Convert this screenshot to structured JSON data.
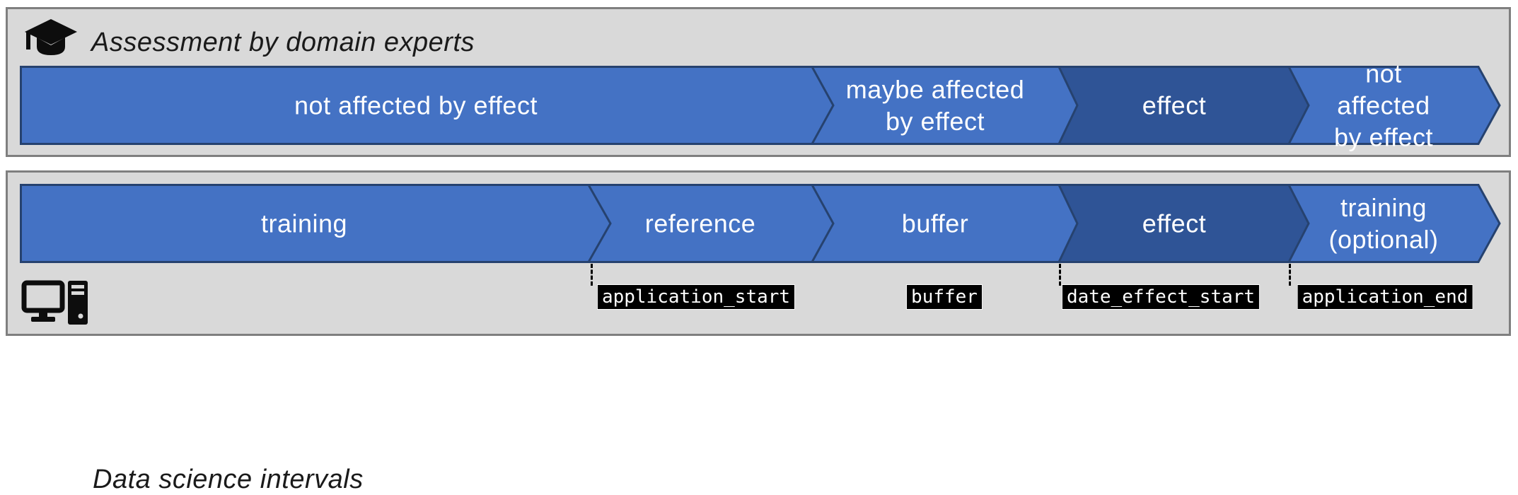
{
  "colors": {
    "segment_light": "#4472C4",
    "segment_dark": "#2F5496",
    "segment_outline": "#26426F",
    "panel_bg": "#D9D9D9",
    "panel_border": "#7F7F7F",
    "marker_bg": "#000000",
    "marker_text": "#FFFFFF",
    "icon_color": "#0d0d0d"
  },
  "expert_panel": {
    "title": "Assessment by domain experts",
    "icon": "graduation-cap",
    "segments": [
      {
        "label": "not affected by effect",
        "tone": "light"
      },
      {
        "label": "maybe affected\nby effect",
        "tone": "light"
      },
      {
        "label": "effect",
        "tone": "dark"
      },
      {
        "label": "not affected\nby effect",
        "tone": "light"
      }
    ]
  },
  "data_science_panel": {
    "title": "Data science intervals",
    "icon": "desktop-computer",
    "segments": [
      {
        "label": "training",
        "tone": "light"
      },
      {
        "label": "reference",
        "tone": "light"
      },
      {
        "label": "buffer",
        "tone": "light"
      },
      {
        "label": "effect",
        "tone": "dark"
      },
      {
        "label": "training\n(optional)",
        "tone": "light"
      }
    ],
    "markers": [
      {
        "label": "application_start",
        "has_dashed_line": true
      },
      {
        "label": "buffer",
        "has_dashed_line": false
      },
      {
        "label": "date_effect_start",
        "has_dashed_line": true
      },
      {
        "label": "application_end",
        "has_dashed_line": true
      }
    ]
  }
}
